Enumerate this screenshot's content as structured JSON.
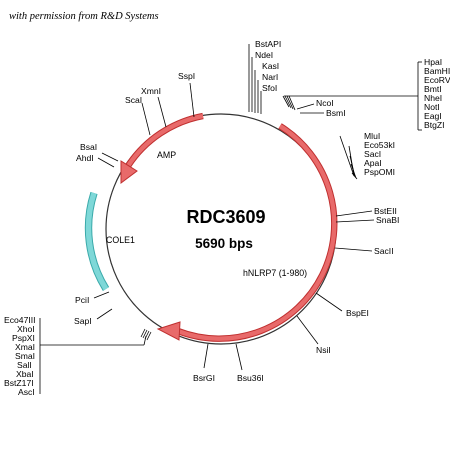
{
  "credit": "with permission from R&D Systems",
  "plasmid": {
    "name": "RDC3609",
    "size": "5690 bps"
  },
  "features": [
    {
      "name": "AMP",
      "color": "#e85a5a"
    },
    {
      "name": "COLE1",
      "color": "#6ecfcf"
    },
    {
      "name": "hNLRP7 (1-980)",
      "color": "#e85a5a"
    }
  ],
  "sites": {
    "top": [
      "BstAPI",
      "NdeI",
      "KasI",
      "NarI",
      "SfoI"
    ],
    "sspi": "SspI",
    "xmni": "XmnI",
    "scai": "ScaI",
    "right_top": [
      "HpaI",
      "BamHI",
      "EcoRV",
      "BmtI",
      "NheI",
      "NotI",
      "EagI",
      "BtgZI"
    ],
    "ncoi": "NcoI",
    "bsmi": "BsmI",
    "right_mid": [
      "MluI",
      "Eco53kI",
      "SacI",
      "ApaI",
      "PspOMI"
    ],
    "bsteii": "BstEII",
    "snabi": "SnaBI",
    "sacii": "SacII",
    "bspei": "BspEI",
    "nsii": "NsiI",
    "bsu36i": "Bsu36I",
    "bsrgi": "BsrGI",
    "sapi": "SapI",
    "pcii": "PciI",
    "bsai": "BsaI",
    "ahdi": "AhdI",
    "left_bottom": [
      "Eco47III",
      "XhoI",
      "PspXI",
      "XmaI",
      "SmaI",
      "SalI",
      "XbaI",
      "BstZ17I",
      "AscI"
    ]
  }
}
